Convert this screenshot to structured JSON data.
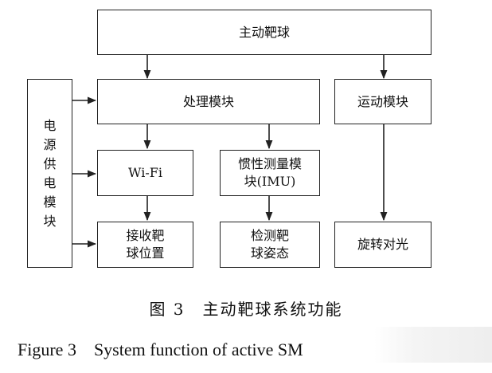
{
  "diagram": {
    "nodes": {
      "active_ball": "主动靶球",
      "power_module": [
        "电",
        "源",
        "供",
        "电",
        "模",
        "块"
      ],
      "processing_module": "处理模块",
      "motion_module": "运动模块",
      "wifi": "Wi-Fi",
      "imu_line1": "惯性测量模",
      "imu_line2": "块(IMU)",
      "receive_line1": "接收靶",
      "receive_line2": "球位置",
      "detect_line1": "检测靶",
      "detect_line2": "球姿态",
      "rotate_align": "旋转对光"
    },
    "edges": [
      {
        "from": "active_ball",
        "to": "processing_module"
      },
      {
        "from": "active_ball",
        "to": "motion_module"
      },
      {
        "from": "power_module",
        "to": "processing_module"
      },
      {
        "from": "power_module",
        "to": "wifi"
      },
      {
        "from": "power_module",
        "to": "receive_position"
      },
      {
        "from": "processing_module",
        "to": "wifi"
      },
      {
        "from": "processing_module",
        "to": "imu"
      },
      {
        "from": "wifi",
        "to": "receive_position"
      },
      {
        "from": "imu",
        "to": "detect_attitude"
      },
      {
        "from": "motion_module",
        "to": "rotate_align"
      }
    ]
  },
  "caption": {
    "cn": "图 3　主动靶球系统功能",
    "en": "Figure 3　System function of active SM"
  }
}
